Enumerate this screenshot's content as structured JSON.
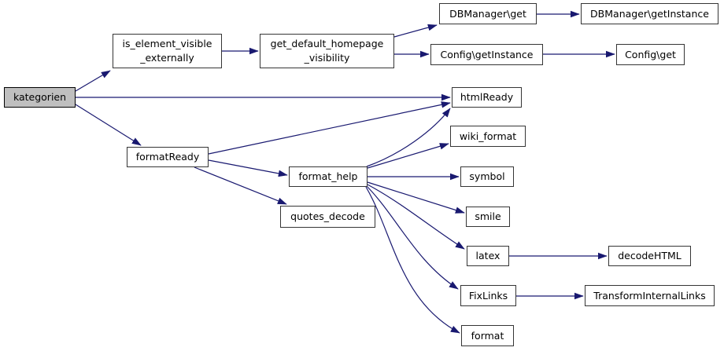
{
  "diagram": {
    "type": "call-graph",
    "root": "kategorien",
    "colors": {
      "edge": "#191970",
      "node_fill": "#ffffff",
      "node_border": "#353535",
      "highlight_fill": "#bfbfbf",
      "highlight_border": "#000000",
      "background": "#ffffff"
    },
    "nodes": [
      {
        "id": "kategorien",
        "label": "kategorien",
        "highlight": true
      },
      {
        "id": "is_element_visible_externally",
        "label": "is_element_visible\n_externally",
        "highlight": false
      },
      {
        "id": "get_default_homepage_visibility",
        "label": "get_default_homepage\n_visibility",
        "highlight": false
      },
      {
        "id": "dbmanager_get",
        "label": "DBManager\\get",
        "highlight": false
      },
      {
        "id": "dbmanager_getinstance",
        "label": "DBManager\\getInstance",
        "highlight": false
      },
      {
        "id": "config_getinstance",
        "label": "Config\\getInstance",
        "highlight": false
      },
      {
        "id": "config_get",
        "label": "Config\\get",
        "highlight": false
      },
      {
        "id": "htmlready",
        "label": "htmlReady",
        "highlight": false
      },
      {
        "id": "wiki_format",
        "label": "wiki_format",
        "highlight": false
      },
      {
        "id": "formatready",
        "label": "formatReady",
        "highlight": false
      },
      {
        "id": "format_help",
        "label": "format_help",
        "highlight": false
      },
      {
        "id": "symbol",
        "label": "symbol",
        "highlight": false
      },
      {
        "id": "quotes_decode",
        "label": "quotes_decode",
        "highlight": false
      },
      {
        "id": "smile",
        "label": "smile",
        "highlight": false
      },
      {
        "id": "latex",
        "label": "latex",
        "highlight": false
      },
      {
        "id": "decodehtml",
        "label": "decodeHTML",
        "highlight": false
      },
      {
        "id": "fixlinks",
        "label": "FixLinks",
        "highlight": false
      },
      {
        "id": "transforminternallinks",
        "label": "TransformInternalLinks",
        "highlight": false
      },
      {
        "id": "format",
        "label": "format",
        "highlight": false
      }
    ],
    "edges": [
      {
        "from": "kategorien",
        "to": "is_element_visible_externally"
      },
      {
        "from": "kategorien",
        "to": "htmlReady"
      },
      {
        "from": "kategorien",
        "to": "formatReady"
      },
      {
        "from": "is_element_visible_externally",
        "to": "get_default_homepage_visibility"
      },
      {
        "from": "get_default_homepage_visibility",
        "to": "DBManager\\get"
      },
      {
        "from": "get_default_homepage_visibility",
        "to": "Config\\getInstance"
      },
      {
        "from": "DBManager\\get",
        "to": "DBManager\\getInstance"
      },
      {
        "from": "Config\\getInstance",
        "to": "Config\\get"
      },
      {
        "from": "formatReady",
        "to": "htmlReady"
      },
      {
        "from": "formatReady",
        "to": "format_help"
      },
      {
        "from": "formatReady",
        "to": "quotes_decode"
      },
      {
        "from": "format_help",
        "to": "htmlReady"
      },
      {
        "from": "format_help",
        "to": "wiki_format"
      },
      {
        "from": "format_help",
        "to": "symbol"
      },
      {
        "from": "format_help",
        "to": "smile"
      },
      {
        "from": "format_help",
        "to": "latex"
      },
      {
        "from": "format_help",
        "to": "FixLinks"
      },
      {
        "from": "format_help",
        "to": "format"
      },
      {
        "from": "latex",
        "to": "decodeHTML"
      },
      {
        "from": "FixLinks",
        "to": "TransformInternalLinks"
      }
    ]
  }
}
